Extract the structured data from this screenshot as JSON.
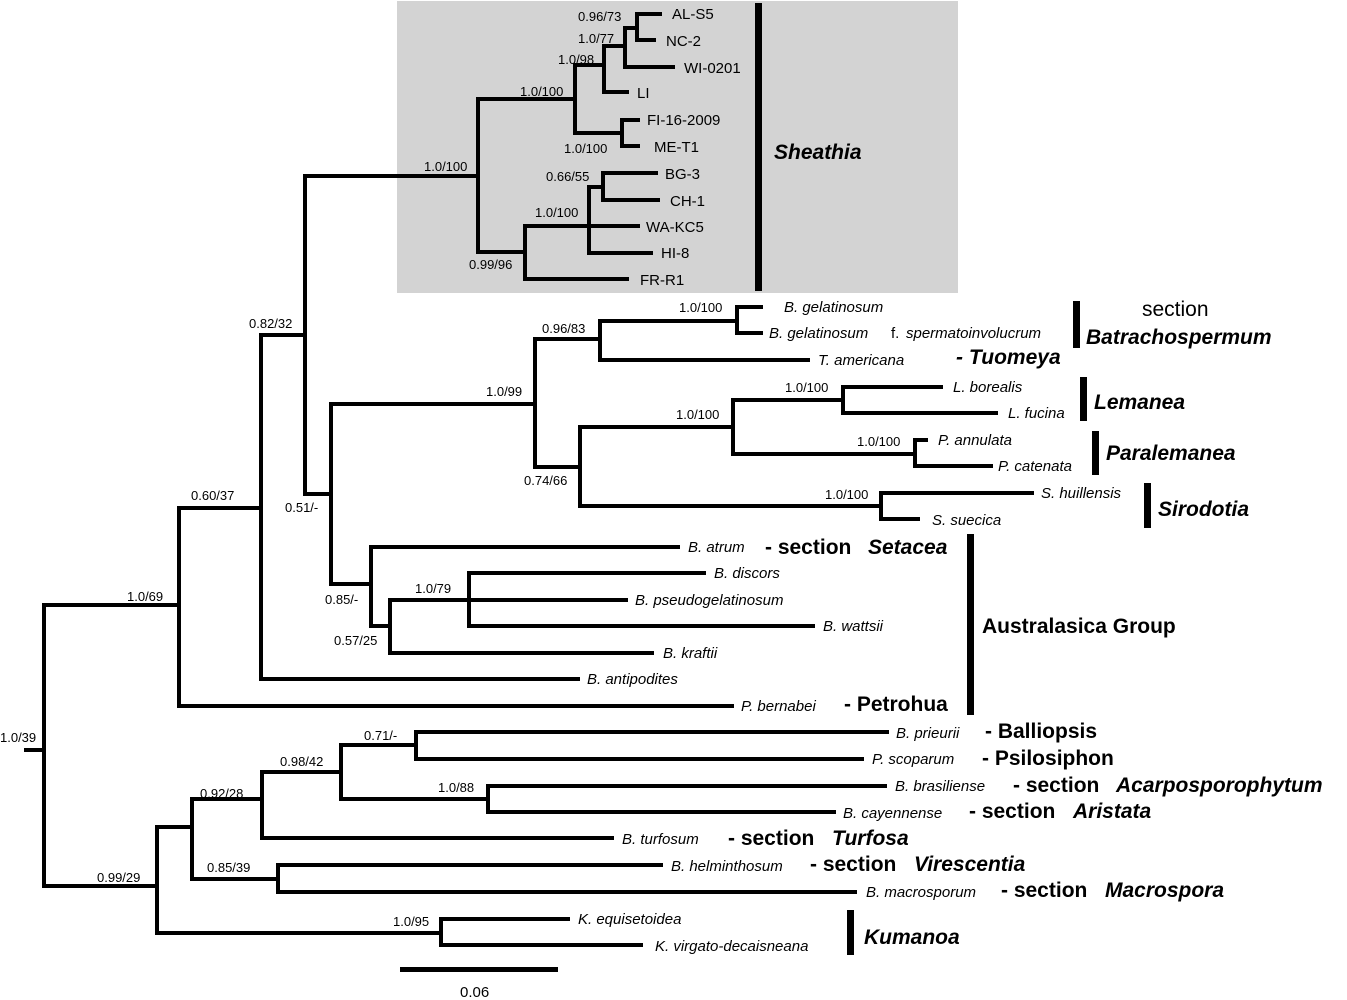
{
  "tips": {
    "al_s5": "AL-S5",
    "nc_2": "NC-2",
    "wi_0201": "WI-0201",
    "li": "LI",
    "fi_16_2009": "FI-16-2009",
    "me_t1": "ME-T1",
    "bg_3": "BG-3",
    "ch_1": "CH-1",
    "wa_kc5": "WA-KC5",
    "hi_8": "HI-8",
    "fr_r1": "FR-R1",
    "b_gelatinosum": "B. gelatinosum",
    "b_gelatinosum_f_genus": "B. gelatinosum",
    "b_gelatinosum_f_rank": "f.",
    "b_gelatinosum_f_epithet": "spermatoinvolucrum",
    "t_americana": "T. americana",
    "l_borealis": "L. borealis",
    "l_fucina": "L. fucina",
    "p_annulata": "P. annulata",
    "p_catenata": "P. catenata",
    "s_huillensis": "S. huillensis",
    "s_suecica": "S. suecica",
    "b_atrum": "B. atrum",
    "b_discors": "B. discors",
    "b_pseudogelatinosum": "B. pseudogelatinosum",
    "b_wattsii": "B. wattsii",
    "b_kraftii": "B. kraftii",
    "b_antipodites": "B. antipodites",
    "p_bernabei": "P. bernabei",
    "b_prieurii": "B. prieurii",
    "p_scoparum": "P. scoparum",
    "b_brasiliense": "B. brasiliense",
    "b_cayennense": "B. cayennense",
    "b_turfosum": "B. turfosum",
    "b_helminthosum": "B. helminthosum",
    "b_macrosporum": "B. macrosporum",
    "k_equisetoidea": "K. equisetoidea",
    "k_virgato": "K. virgato-decaisneana"
  },
  "supports": {
    "s1": "0.96/73",
    "s2": "1.0/77",
    "s3": "1.0/98",
    "s4": "1.0/100",
    "s5": "1.0/100",
    "s6": "1.0/100",
    "s7": "0.66/55",
    "s8": "1.0/100",
    "s9": "0.99/96",
    "s10": "1.0/100",
    "s11": "0.96/83",
    "s12": "1.0/100",
    "s13": "1.0/99",
    "s14": "1.0/100",
    "s15": "1.0/100",
    "s16": "0.74/66",
    "s17": "1.0/100",
    "s18": "0.82/32",
    "s19": "0.51/-",
    "s20": "1.0/79",
    "s21": "0.85/-",
    "s22": "0.57/25",
    "s23": "0.60/37",
    "s24": "1.0/69",
    "s25": "1.0/39",
    "s26": "0.71/-",
    "s27": "0.98/42",
    "s28": "1.0/88",
    "s29": "0.92/28",
    "s30": "0.85/39",
    "s31": "1.0/95",
    "s32": "0.99/29"
  },
  "groups": {
    "sheathia": "Sheathia",
    "section_label": "section",
    "batrachospermum": "Batrachospermum",
    "tuomeya": "- Tuomeya",
    "lemanea": "Lemanea",
    "paralemanea": "Paralemanea",
    "sirodotia": "Sirodotia",
    "setacea_prefix": "- section",
    "setacea": "Setacea",
    "australasica": "Australasica Group",
    "petrohua": "- Petrohua",
    "balliopsis": "- Balliopsis",
    "psilosiphon": "- Psilosiphon",
    "acarpo_prefix": "- section",
    "acarpo": "Acarposporophytum",
    "aristata_prefix": "- section",
    "aristata": "Aristata",
    "turfosa_prefix": "- section",
    "turfosa": "Turfosa",
    "virescentia_prefix": "- section",
    "virescentia": "Virescentia",
    "macrospora_prefix": "- section",
    "macrospora": "Macrospora",
    "kumanoa": "Kumanoa"
  },
  "scale_bar": {
    "label": "0.06"
  },
  "colors": {
    "highlight": "#d3d3d3",
    "line": "#000000"
  }
}
